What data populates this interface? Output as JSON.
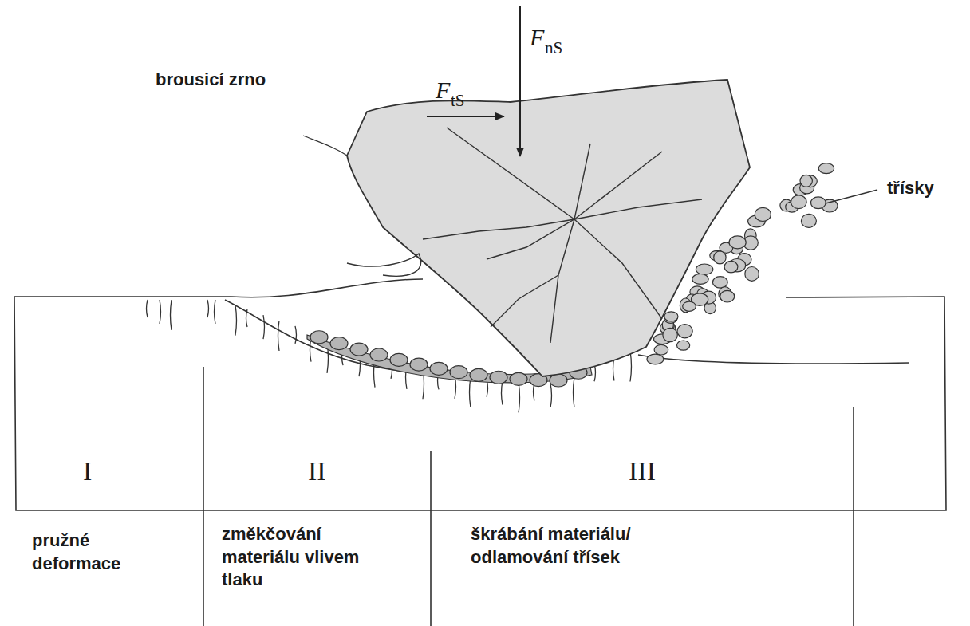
{
  "diagram": {
    "labels": [
      "brousicí zrno",
      "F",
      "tS",
      "F",
      "nS",
      "třísky",
      "I",
      "II",
      "III",
      "pružné deformace",
      "změkčování materiálu vlivem tlaku",
      "škrábání materiálu/ odlamování třísek"
    ]
  }
}
